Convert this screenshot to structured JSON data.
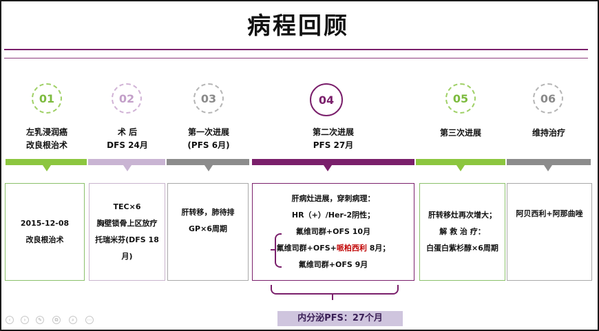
{
  "title": "病程回顾",
  "steps": [
    {
      "num": "01",
      "label_lines": [
        "左乳浸润癌",
        "改良根治术"
      ],
      "box_lines": [
        "2015-12-08",
        "改良根治术"
      ],
      "color": "#8cc63f"
    },
    {
      "num": "02",
      "label_lines": [
        "术 后",
        "DFS 24月"
      ],
      "box_lines": [
        "TEC×6",
        "胸壁锁骨上区放疗",
        "托瑞米芬(DFS 18",
        "月)"
      ],
      "color": "#c9b4d3"
    },
    {
      "num": "03",
      "label_lines": [
        "第一次进展",
        "(PFS 6月)"
      ],
      "box_lines": [
        "肝转移，肺待排",
        "GP×6周期"
      ],
      "color": "#8c8c8c"
    },
    {
      "num": "04",
      "label_lines": [
        "第二次进展",
        "PFS 27月"
      ],
      "box_lines": [
        "肝病灶进展，穿刺病理：",
        "HR（+）/Her-2阴性；"
      ],
      "color": "#7a1f6b",
      "regimens": {
        "r1": "氟维司群+OFS  10月",
        "r2_pre": "氟维司群+OFS+",
        "r2_red": "哌柏西利",
        "r2_post": " 8月；",
        "r3": "氟维司群+OFS   9月"
      }
    },
    {
      "num": "05",
      "label_lines": [
        "第三次进展"
      ],
      "box_lines": [
        "肝转移灶再次增大；",
        "解 救 治 疗：",
        "白蛋白紫杉醇×6周期"
      ],
      "color": "#8cc63f"
    },
    {
      "num": "06",
      "label_lines": [
        "维持治疗"
      ],
      "box_lines": [
        "阿贝西利+阿那曲唑"
      ],
      "color": "#8c8c8c"
    }
  ],
  "endocrine_label": "内分泌PFS：27个月",
  "controls": [
    "‹",
    "›",
    "✎",
    "⧉",
    "⌕",
    "⋯"
  ]
}
